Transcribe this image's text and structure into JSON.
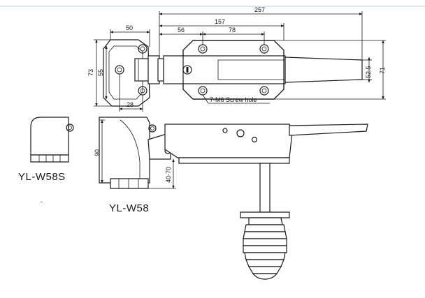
{
  "colors": {
    "line": "#1a1a1a",
    "accent_rule": "#cfe4ea",
    "background": "#ffffff"
  },
  "dimensions": {
    "overall_length": "257",
    "plate_length": "157",
    "base_width": "50",
    "hole_offset": "56",
    "hole_spacing": "78",
    "height_outer": "73",
    "height_inner": "55",
    "base_hole_spacing": "28",
    "handle_height_inner": "52.5",
    "handle_height_outer": "71",
    "side_height": "90",
    "side_range": "40-70"
  },
  "notes": {
    "screw_hole": "7-M6 Screw hole"
  },
  "models": {
    "small": "YL-W58S",
    "main": "YL-W58"
  },
  "marker": "-"
}
